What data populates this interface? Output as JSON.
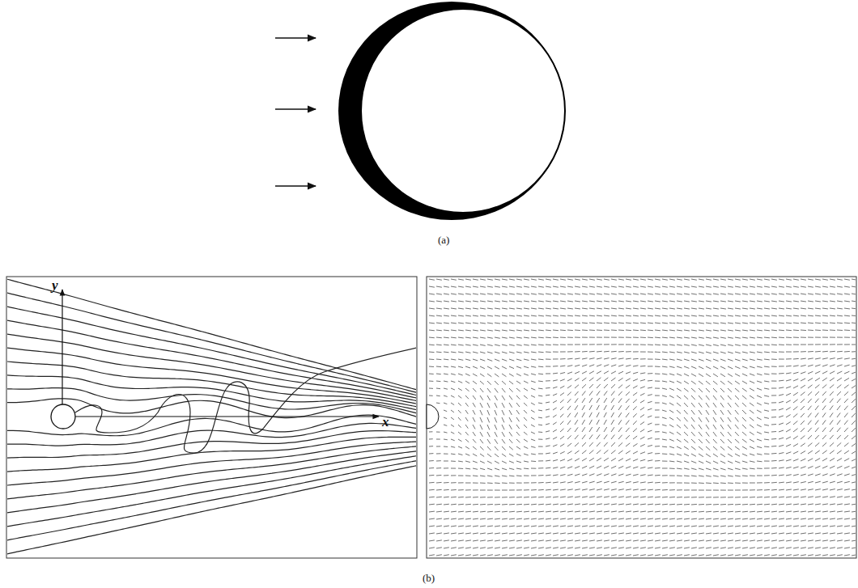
{
  "diagram": {
    "labels": [
      "(a)",
      "y",
      "x",
      "(b)"
    ]
  }
}
